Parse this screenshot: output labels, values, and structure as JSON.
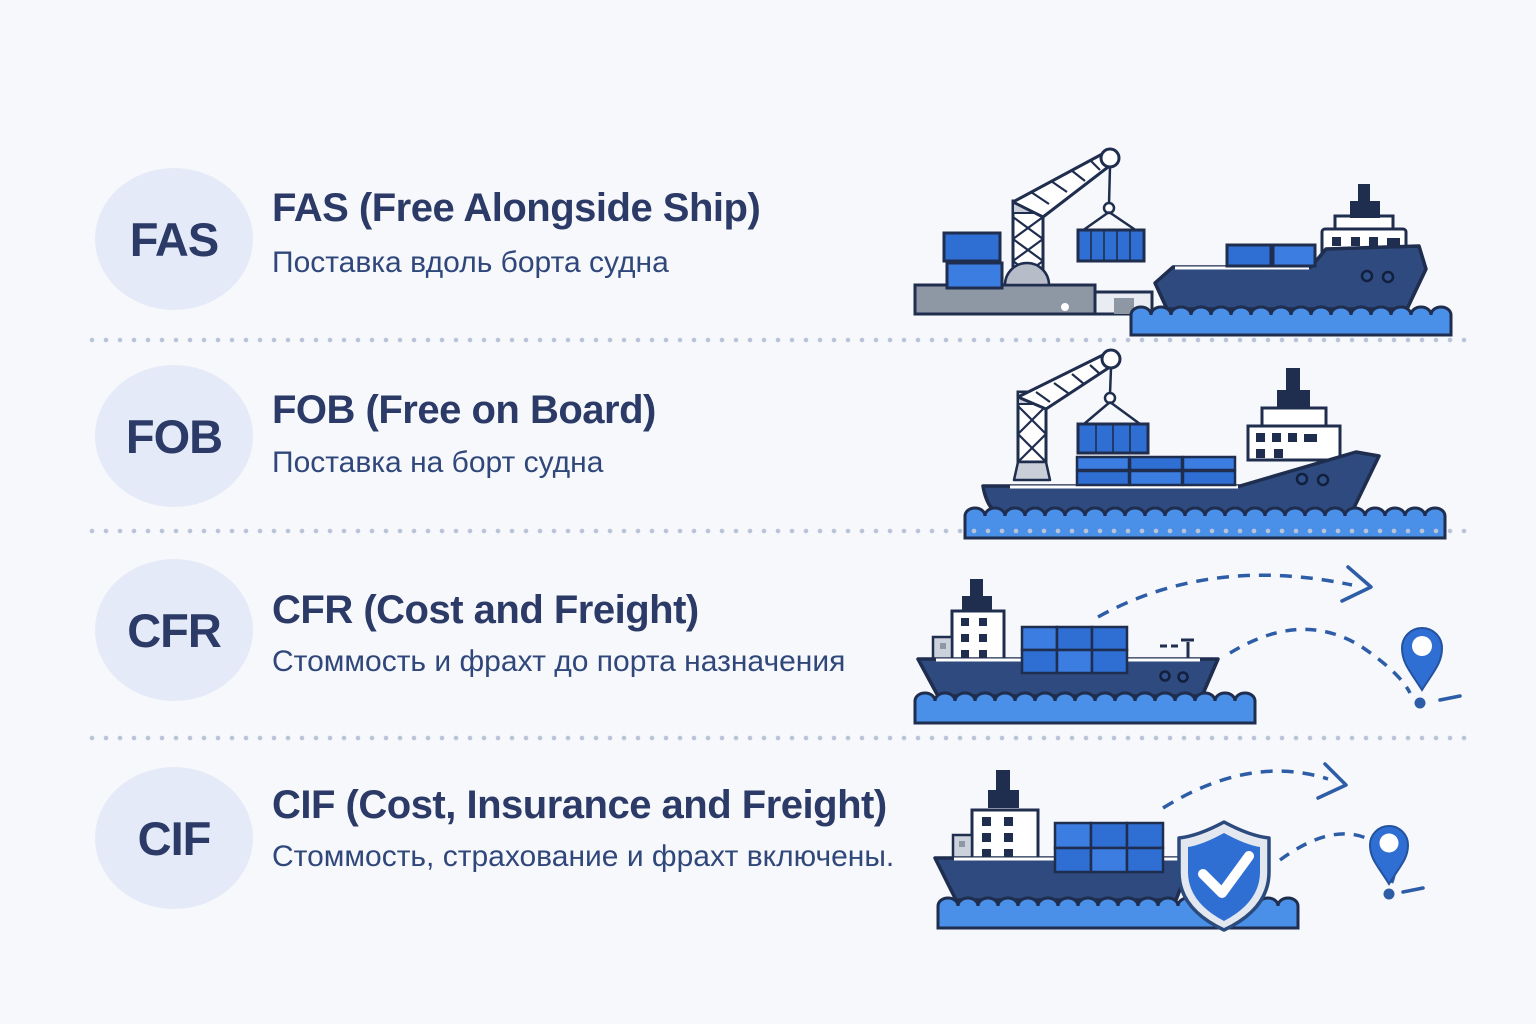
{
  "page": {
    "kind": "incoterms-infographic",
    "background": "#f7f8fb"
  },
  "palette": {
    "heading_navy": "#2b3a66",
    "subtitle_navy": "#2f477a",
    "badge_bg": "#e4eaf7",
    "outline_navy": "#1f2d4e",
    "hull_navy": "#2e4a7e",
    "container_blue": "#2f6fd3",
    "container_blue_light": "#3b7de0",
    "water_blue": "#4a90e8",
    "route_blue": "#2e5da8",
    "dock_gray": "#8e97a4",
    "light_gray": "#ccd2dc",
    "divider_dot": "#bac4d9"
  },
  "rows": [
    {
      "code": "FAS",
      "title": "FAS (Free Alongside Ship)",
      "subtitle": "Поставка вдоль борта судна",
      "illustration": {
        "name": "dock-crane-beside-ship",
        "elements": [
          "dock",
          "containers-on-dock",
          "harbor-crane",
          "hanging-container",
          "cargo-ship",
          "water-waves"
        ]
      }
    },
    {
      "code": "FOB",
      "title": "FOB (Free on Board)",
      "subtitle": "Поставка на борт судна",
      "illustration": {
        "name": "crane-loading-container-onto-ship",
        "elements": [
          "deck-crane",
          "hanging-container",
          "deck-containers",
          "cargo-ship",
          "water-waves"
        ]
      }
    },
    {
      "code": "CFR",
      "title": "CFR (Cost and Freight)",
      "subtitle": "Стоммость и фрахт до порта назначения",
      "illustration": {
        "name": "ship-route-to-destination",
        "elements": [
          "cargo-ship",
          "water-waves",
          "dashed-route-arrow",
          "destination-pin"
        ]
      }
    },
    {
      "code": "CIF",
      "title": "CIF (Cost, Insurance and Freight)",
      "subtitle": "Стоммость, страхование и фрахт включены.",
      "illustration": {
        "name": "insured-ship-route-to-destination",
        "elements": [
          "cargo-ship",
          "water-waves",
          "insurance-shield-check",
          "dashed-route-arrow",
          "destination-pin"
        ]
      }
    }
  ]
}
